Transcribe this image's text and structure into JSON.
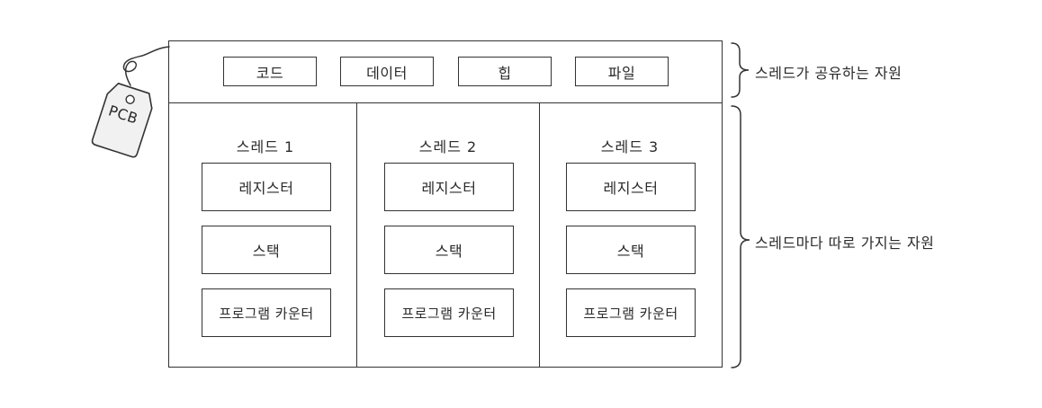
{
  "pcb_tag": {
    "label": "PCB"
  },
  "shared_resources": {
    "items": [
      "코드",
      "데이터",
      "힙",
      "파일"
    ],
    "brace_label": "스레드가 공유하는 자원"
  },
  "threads": [
    {
      "title": "스레드 1",
      "items": [
        "레지스터",
        "스택",
        "프로그램 카운터"
      ]
    },
    {
      "title": "스레드 2",
      "items": [
        "레지스터",
        "스택",
        "프로그램 카운터"
      ]
    },
    {
      "title": "스레드 3",
      "items": [
        "레지스터",
        "스택",
        "프로그램 카운터"
      ]
    }
  ],
  "per_thread_brace_label": "스레드마다 따로 가지는 자원"
}
